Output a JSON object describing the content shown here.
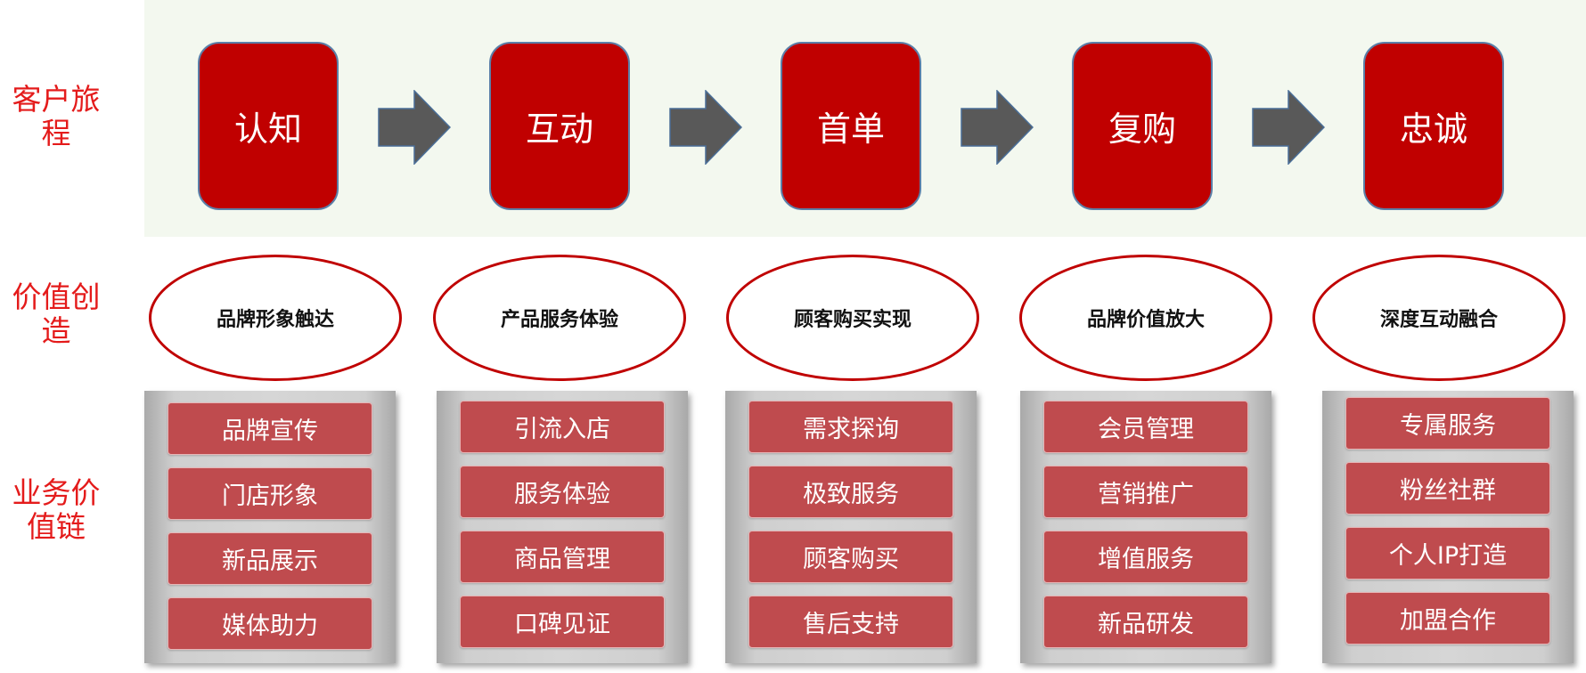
{
  "row_labels": {
    "journey": "客户旅\n程",
    "value": "价值创\n造",
    "chain": "业务价\n值链"
  },
  "journey_stages": [
    "认知",
    "互动",
    "首单",
    "复购",
    "忠诚"
  ],
  "value_creation": [
    "品牌形象触达",
    "产品服务体验",
    "顾客购买实现",
    "品牌价值放大",
    "深度互动融合"
  ],
  "value_chain": [
    [
      "品牌宣传",
      "门店形象",
      "新品展示",
      "媒体助力"
    ],
    [
      "引流入店",
      "服务体验",
      "商品管理",
      "口碑见证"
    ],
    [
      "需求探询",
      "极致服务",
      "顾客购买",
      "售后支持"
    ],
    [
      "会员管理",
      "营销推广",
      "增值服务",
      "新品研发"
    ],
    [
      "专属服务",
      "粉丝社群",
      "个人IP打造",
      "加盟合作"
    ]
  ],
  "colors": {
    "label_red": "#e41b1b",
    "stage_fill": "#c00000",
    "arrow_fill": "#595959",
    "item_fill": "#bf4b4e",
    "band_fill": "#f3f8ef"
  }
}
